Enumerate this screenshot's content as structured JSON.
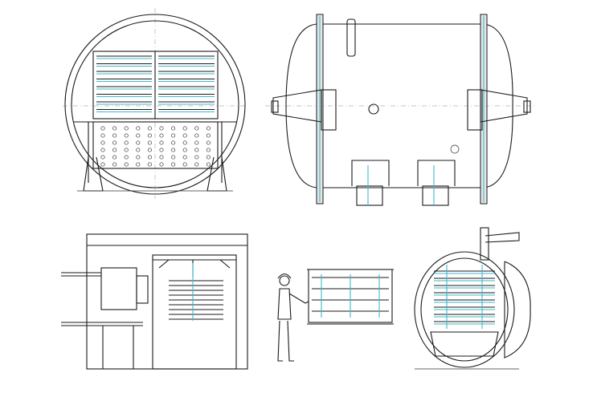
{
  "colors": {
    "line": "#1a1a1a",
    "accent": "#3fb7c9",
    "background": "#ffffff",
    "centerline": "#8a8a8a"
  },
  "views": [
    {
      "id": "front-section-view",
      "tray_rows": 8,
      "grid_rows": 6,
      "grid_cols": 10
    },
    {
      "id": "side-elevation-view"
    },
    {
      "id": "room-installation-view",
      "tray_rows": 9
    },
    {
      "id": "operator-scale-view",
      "tray_rows": 4
    },
    {
      "id": "door-open-view",
      "tray_rows": 8
    }
  ]
}
